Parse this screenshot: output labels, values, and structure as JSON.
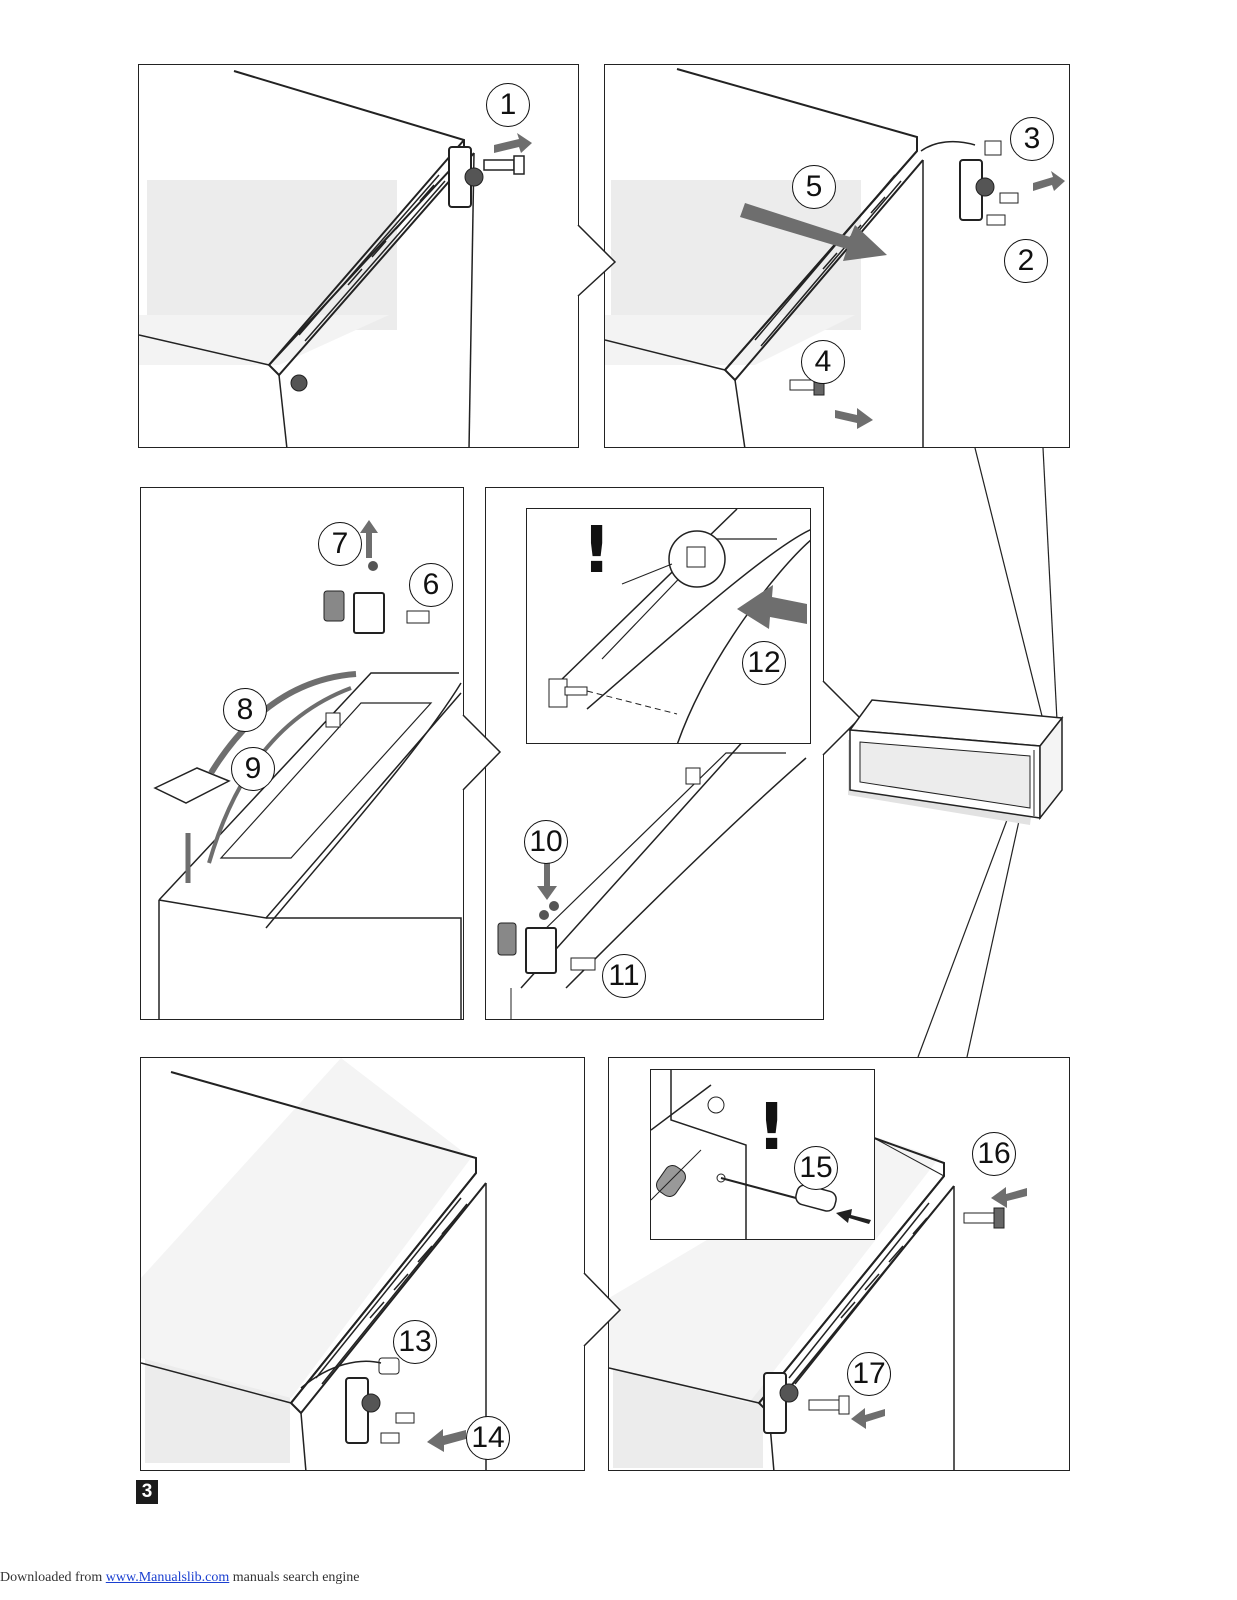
{
  "steps": {
    "s1": "1",
    "s2": "2",
    "s3": "3",
    "s4": "4",
    "s5": "5",
    "s6": "6",
    "s7": "7",
    "s8": "8",
    "s9": "9",
    "s10": "10",
    "s11": "11",
    "s12": "12",
    "s13": "13",
    "s14": "14",
    "s15": "15",
    "s16": "16",
    "s17": "17"
  },
  "warning_mark": "!",
  "figure_number": "3",
  "footer": {
    "prefix": "Downloaded from ",
    "link_text": "www.Manualslib.com",
    "suffix": " manuals search engine"
  },
  "colors": {
    "line": "#222222",
    "arrow_gray": "#6e6e6e",
    "shade": "#ececec",
    "figure_badge": "#1b1b1b",
    "link": "#1a3fd0"
  },
  "icons": [
    "screw-icon",
    "hinge-icon",
    "arrow-icon",
    "warning-icon",
    "screwdriver-icon",
    "cover-cap-icon",
    "fridge-unit-icon"
  ]
}
